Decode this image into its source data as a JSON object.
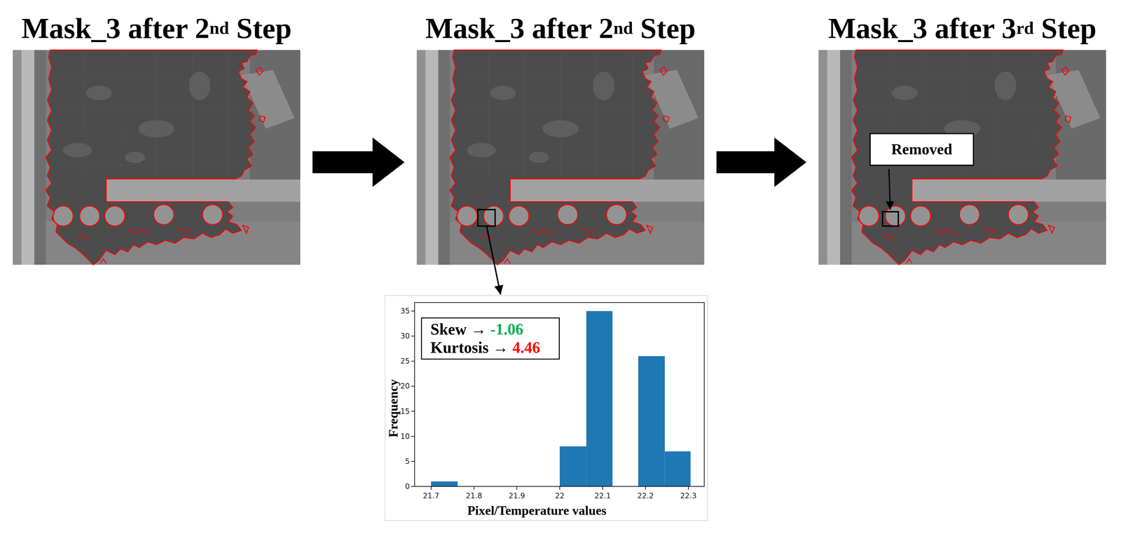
{
  "diagram": {
    "nodes": [
      {
        "text": [
          "Mask_3 after 2nd Step"
        ]
      },
      {
        "text": [
          "Mask_3 after 2nd Step"
        ]
      },
      {
        "text": [
          "Mask_3 after 3rd Step"
        ]
      },
      {
        "text": [
          "Removed"
        ],
        "in": 2
      },
      {
        "text": [
          "Frequency",
          "Pixel/Temperature values"
        ]
      },
      {
        "text": [
          "Skew → -1.06",
          "Kurtosis → 4.46"
        ],
        "in": 4
      }
    ],
    "edges": [
      {
        "from": 0,
        "to": 1,
        "arrow": "to"
      },
      {
        "from": 1,
        "to": 2,
        "arrow": "to"
      },
      {
        "from": 1,
        "to": 4,
        "arrow": "to"
      }
    ],
    "labels": [
      "0",
      "5",
      "10",
      "15",
      "20",
      "25",
      "30",
      "35",
      "21.7",
      "21.8",
      "21.9",
      "22",
      "22.1",
      "22.2",
      "22.3"
    ]
  }
}
